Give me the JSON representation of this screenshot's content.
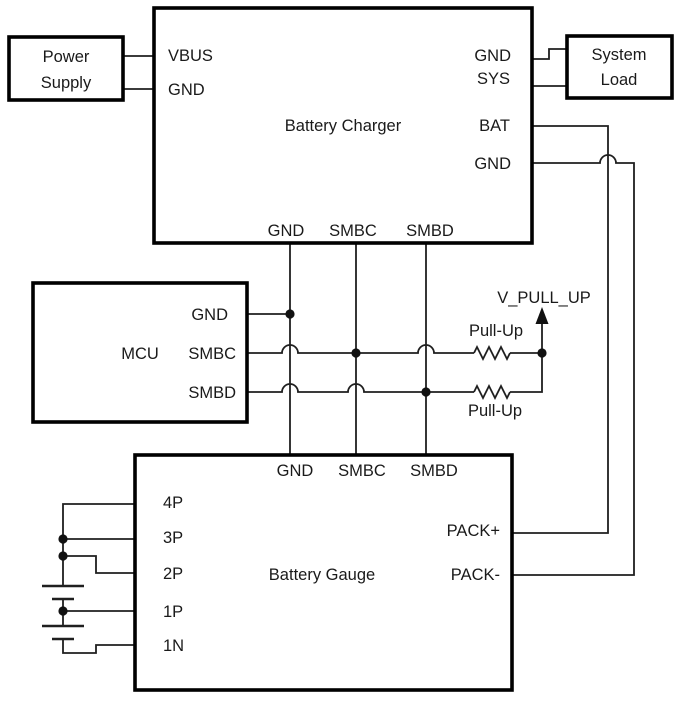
{
  "colors": {
    "wire": "#1f1f1f",
    "block_border": "#000000",
    "background": "#ffffff",
    "text": "#1a1a1a"
  },
  "blocks": {
    "power_supply": {
      "title_line1": "Power",
      "title_line2": "Supply"
    },
    "battery_charger": {
      "title": "Battery Charger",
      "pins": {
        "vbus": "VBUS",
        "gnd_left": "GND",
        "gnd_right_top": "GND",
        "sys": "SYS",
        "bat": "BAT",
        "gnd_right_bottom": "GND",
        "gnd_bottom": "GND",
        "smbc_bottom": "SMBC",
        "smbd_bottom": "SMBD"
      }
    },
    "system_load": {
      "title_line1": "System",
      "title_line2": "Load"
    },
    "mcu": {
      "title": "MCU",
      "pins": {
        "gnd": "GND",
        "smbc": "SMBC",
        "smbd": "SMBD"
      }
    },
    "battery_gauge": {
      "title": "Battery Gauge",
      "pins": {
        "gnd_top": "GND",
        "smbc_top": "SMBC",
        "smbd_top": "SMBD",
        "p4": "4P",
        "p3": "3P",
        "p2": "2P",
        "p1": "1P",
        "n1": "1N",
        "pack_plus": "PACK+",
        "pack_minus": "PACK-"
      }
    }
  },
  "nets": {
    "v_pull_up": "V_PULL_UP",
    "pull_up_top_label": "Pull-Up",
    "pull_up_bottom_label": "Pull-Up"
  }
}
